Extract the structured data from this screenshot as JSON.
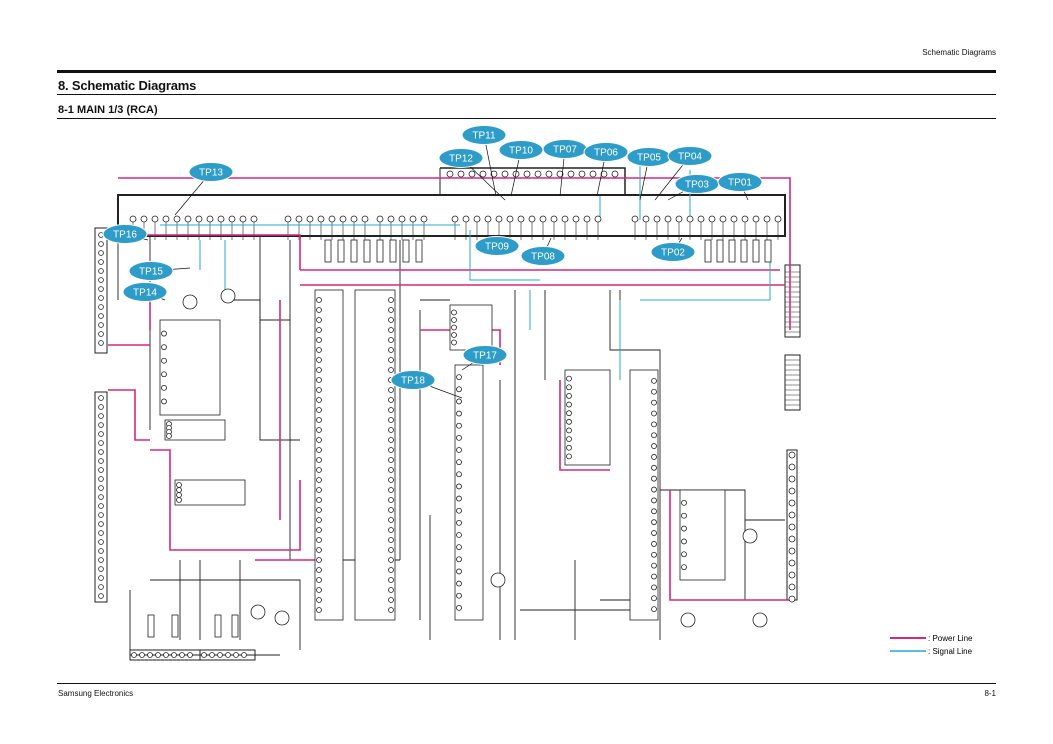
{
  "page_header": {
    "right_label": "Schematic Diagrams"
  },
  "section_title": "8. Schematic Diagrams",
  "subsection_title": "8-1 MAIN 1/3 (RCA)",
  "test_points": [
    "TP11",
    "TP10",
    "TP07",
    "TP06",
    "TP12",
    "TP05",
    "TP04",
    "TP13",
    "TP03",
    "TP01",
    "TP16",
    "TP09",
    "TP08",
    "TP02",
    "TP15",
    "TP14",
    "TP17",
    "TP18"
  ],
  "legend": {
    "power_line": ": Power Line",
    "signal_line": ": Signal Line"
  },
  "colors": {
    "power_line": "#d6287a",
    "signal_line": "#2aa7d8",
    "tp_bubble": "#2e9cc8"
  },
  "footer": {
    "left": "Samsung Electronics",
    "right": "8-1"
  }
}
